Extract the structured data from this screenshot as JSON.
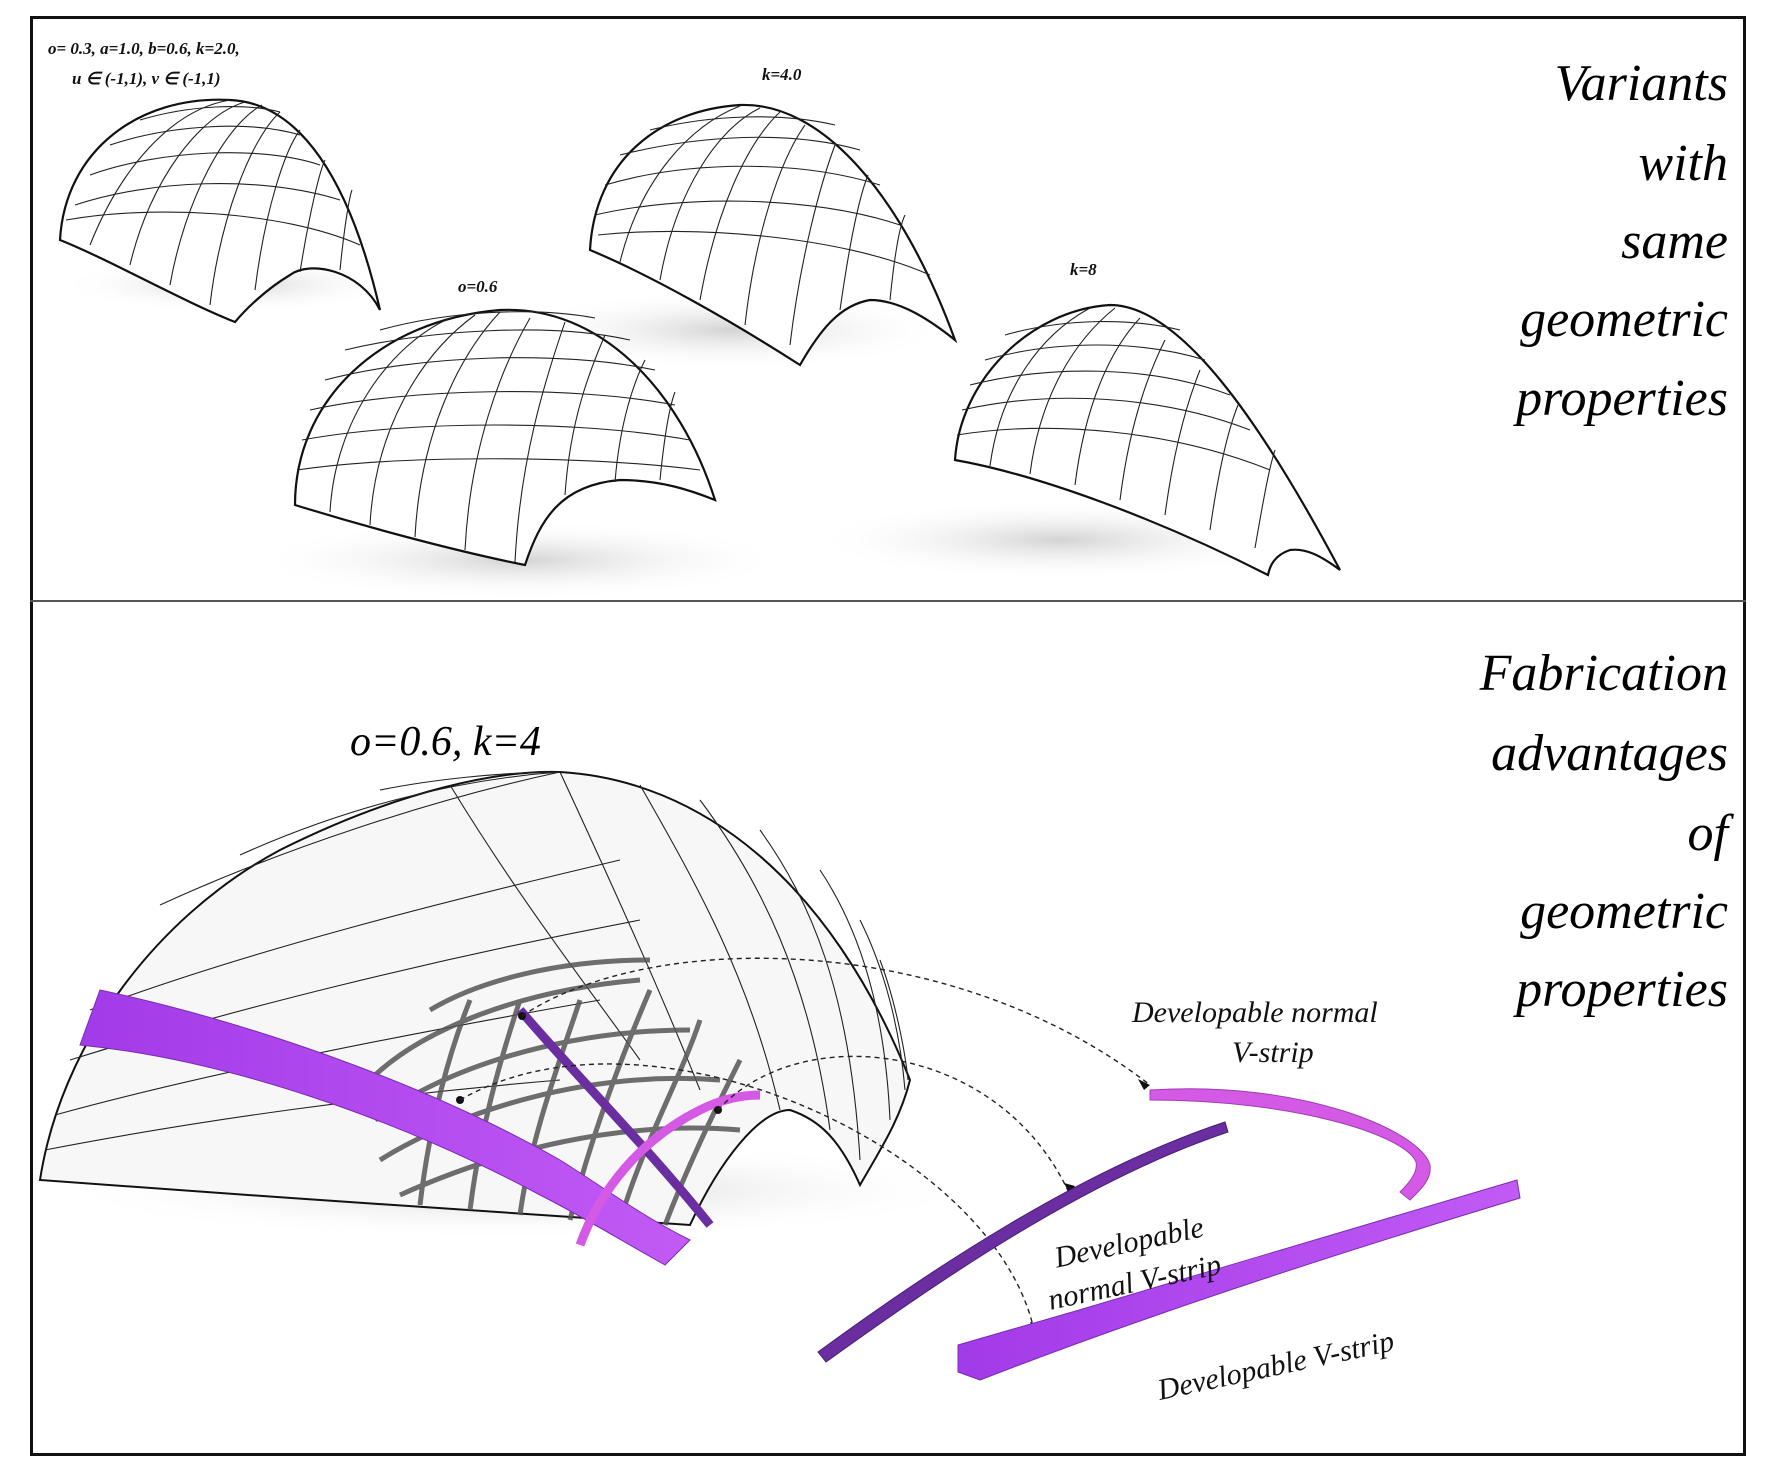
{
  "top_panel": {
    "heading_lines": [
      "Variants",
      "with",
      "same",
      "geometric",
      "properties"
    ],
    "params_line1": "o= 0.3, a=1.0, b=0.6, k=2.0,",
    "params_line2": "u ∈ (-1,1), v ∈ (-1,1)",
    "label_k4": "k=4.0",
    "label_o06": "o=0.6",
    "label_k8": "k=8"
  },
  "bottom_panel": {
    "heading_lines": [
      "Fabrication",
      "advantages",
      "of",
      "geometric",
      "properties"
    ],
    "shell_label": "o=0.6, k=4",
    "callout_normal_top": [
      "Developable normal",
      "V-strip"
    ],
    "callout_normal_mid": [
      "Developable",
      "normal V-strip"
    ],
    "callout_vstrip": "Developable V-strip"
  },
  "colors": {
    "strip_purple": "#b44bf0",
    "strip_dark_purple": "#6a2ea0",
    "strip_pink": "#d45ae6",
    "frame": "#111111"
  }
}
